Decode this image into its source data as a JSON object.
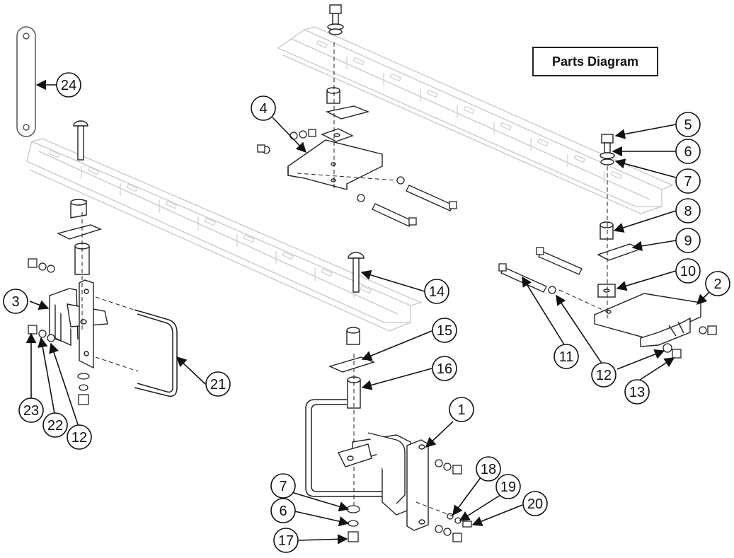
{
  "title": "Parts Diagram",
  "callouts": [
    {
      "id": "c1",
      "label": "1"
    },
    {
      "id": "c2",
      "label": "2"
    },
    {
      "id": "c3",
      "label": "3"
    },
    {
      "id": "c4",
      "label": "4"
    },
    {
      "id": "c5",
      "label": "5"
    },
    {
      "id": "c6a",
      "label": "6"
    },
    {
      "id": "c6b",
      "label": "6"
    },
    {
      "id": "c7a",
      "label": "7"
    },
    {
      "id": "c7b",
      "label": "7"
    },
    {
      "id": "c8",
      "label": "8"
    },
    {
      "id": "c9",
      "label": "9"
    },
    {
      "id": "c10",
      "label": "10"
    },
    {
      "id": "c11",
      "label": "11"
    },
    {
      "id": "c12a",
      "label": "12"
    },
    {
      "id": "c12b",
      "label": "12"
    },
    {
      "id": "c12c",
      "label": "12"
    },
    {
      "id": "c13",
      "label": "13"
    },
    {
      "id": "c14",
      "label": "14"
    },
    {
      "id": "c15",
      "label": "15"
    },
    {
      "id": "c16",
      "label": "16"
    },
    {
      "id": "c17",
      "label": "17"
    },
    {
      "id": "c18",
      "label": "18"
    },
    {
      "id": "c19",
      "label": "19"
    },
    {
      "id": "c20",
      "label": "20"
    },
    {
      "id": "c21",
      "label": "21"
    },
    {
      "id": "c22",
      "label": "22"
    },
    {
      "id": "c23",
      "label": "23"
    },
    {
      "id": "c24",
      "label": "24"
    }
  ]
}
